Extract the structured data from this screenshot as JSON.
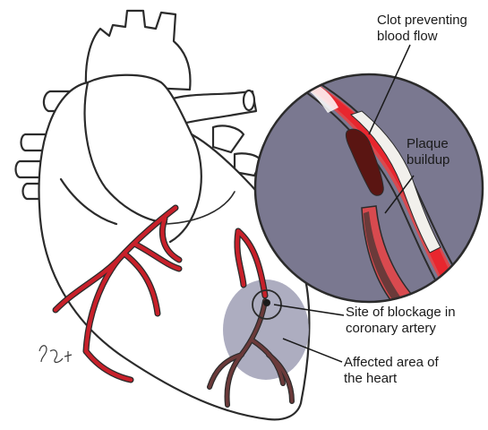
{
  "labels": {
    "clot": {
      "line1": "Clot preventing",
      "line2": "blood flow"
    },
    "plaque": {
      "line1": "Plaque",
      "line2": "buildup"
    },
    "site": {
      "line1": "Site of blockage in",
      "line2": "coronary artery"
    },
    "affected": {
      "line1": "Affected area of",
      "line2": "the heart"
    }
  },
  "colors": {
    "outline": "#2b2b2b",
    "artery": "#c8202a",
    "affected_area": "#a9a9bd",
    "magnifier_bg": "#7a7890",
    "vessel_wall": "#d84a4f",
    "blood": "#e8262e",
    "clot": "#5a1512",
    "plaque": "#f2f0ec",
    "dead_vessel": "#6b3a3a"
  }
}
